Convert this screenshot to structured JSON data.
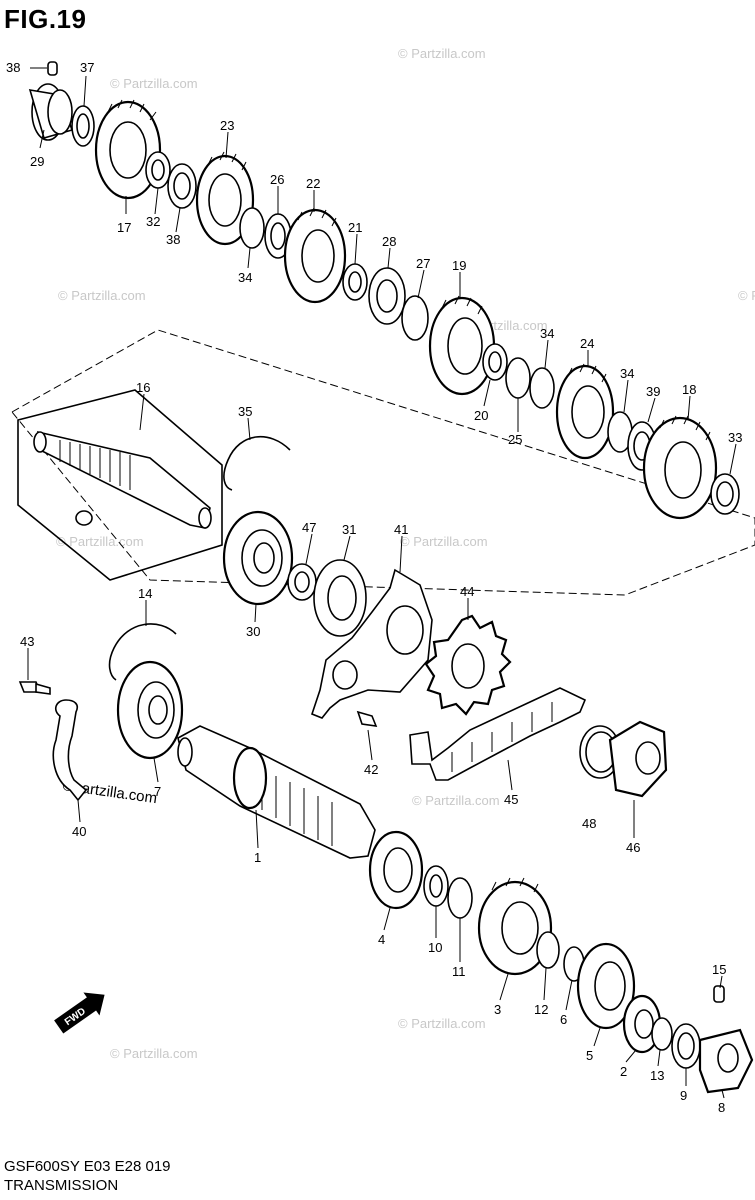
{
  "figure": {
    "title": "FIG.19",
    "model_code": "GSF600SY E03 E28  019",
    "section_name": "TRANSMISSION"
  },
  "watermark": {
    "text": "© Partzilla.com",
    "prominent_text": "©partzilla.com"
  },
  "direction_marker": {
    "label": "FWD"
  },
  "callouts": [
    "38",
    "37",
    "29",
    "17",
    "32",
    "38",
    "23",
    "26",
    "22",
    "34",
    "21",
    "28",
    "27",
    "19",
    "34",
    "24",
    "34",
    "39",
    "18",
    "33",
    "20",
    "25",
    "16",
    "35",
    "47",
    "31",
    "41",
    "30",
    "44",
    "14",
    "43",
    "7",
    "40",
    "42",
    "45",
    "48",
    "46",
    "1",
    "4",
    "10",
    "11",
    "3",
    "12",
    "6",
    "5",
    "15",
    "2",
    "13",
    "9",
    "8"
  ]
}
